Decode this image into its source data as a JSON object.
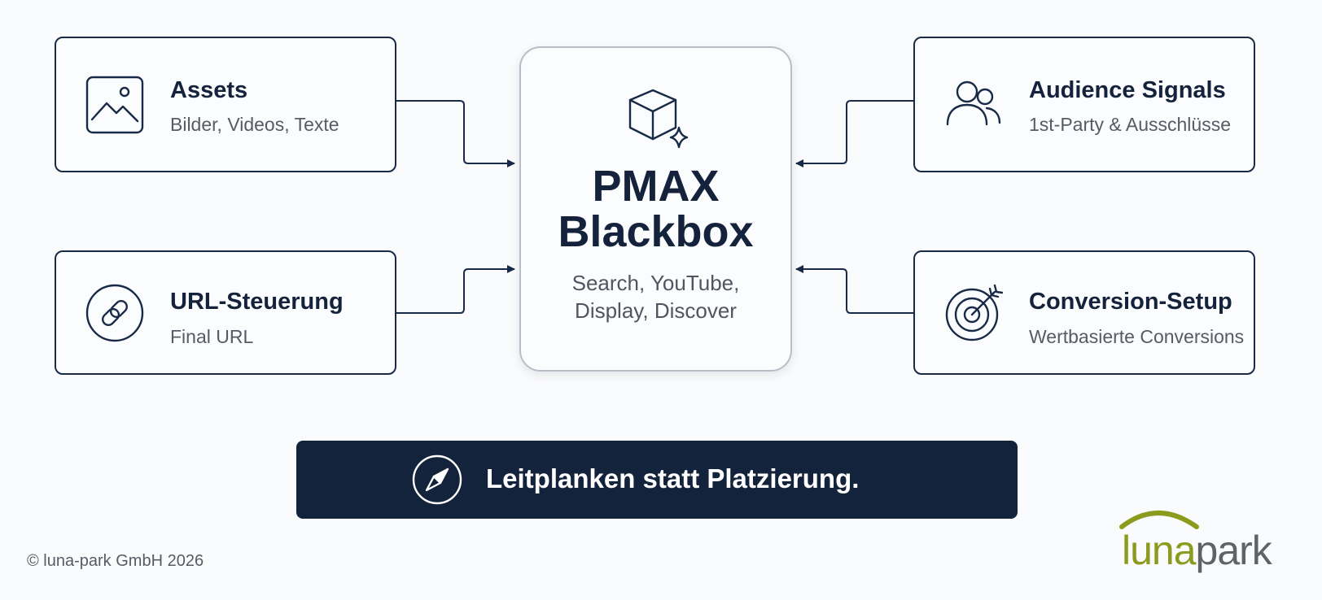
{
  "inputs": {
    "assets": {
      "title": "Assets",
      "subtitle": "Bilder, Videos, Texte",
      "icon": "image-icon"
    },
    "url": {
      "title": "URL-Steuerung",
      "subtitle": "Final URL",
      "icon": "link-icon"
    },
    "audience": {
      "title": "Audience Signals",
      "subtitle": "1st-Party & Ausschlüsse",
      "icon": "users-icon"
    },
    "conversion": {
      "title": "Conversion-Setup",
      "subtitle": "Wertbasierte Conversions",
      "icon": "target-icon"
    }
  },
  "blackbox": {
    "title_line1": "PMAX",
    "title_line2": "Blackbox",
    "subtitle_line1": "Search, YouTube,",
    "subtitle_line2": "Display, Discover",
    "icon": "cube-sparkle-icon"
  },
  "banner": {
    "text": "Leitplanken statt Platzierung.",
    "icon": "compass-icon"
  },
  "footer": {
    "copyright": "© luna-park GmbH 2026"
  },
  "logo": {
    "text_part1": "luna",
    "text_part2": "park"
  },
  "colors": {
    "navy": "#14233c",
    "logo_green": "#8c9a1e",
    "logo_gray": "#5f6368"
  }
}
